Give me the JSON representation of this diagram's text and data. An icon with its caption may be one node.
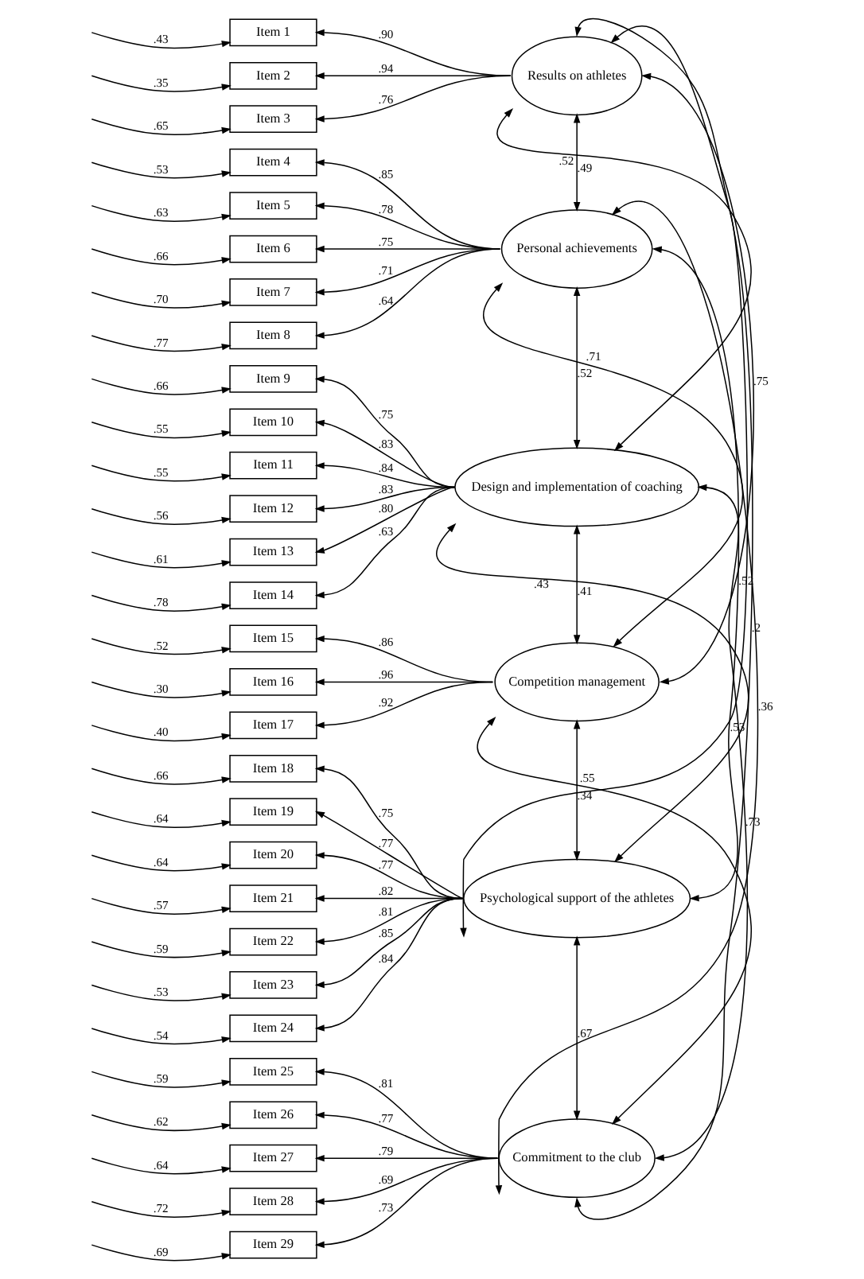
{
  "diagram": {
    "nodes": [
      {
        "text": [
          "Item 1"
        ]
      },
      {
        "text": [
          "Item 2"
        ]
      },
      {
        "text": [
          "Item 3"
        ]
      },
      {
        "text": [
          "Item 4"
        ]
      },
      {
        "text": [
          "Item 5"
        ]
      },
      {
        "text": [
          "Item 6"
        ]
      },
      {
        "text": [
          "Item 7"
        ]
      },
      {
        "text": [
          "Item 8"
        ]
      },
      {
        "text": [
          "Item 9"
        ]
      },
      {
        "text": [
          "Item 10"
        ]
      },
      {
        "text": [
          "Item 11"
        ]
      },
      {
        "text": [
          "Item 12"
        ]
      },
      {
        "text": [
          "Item 13"
        ]
      },
      {
        "text": [
          "Item 14"
        ]
      },
      {
        "text": [
          "Item 15"
        ]
      },
      {
        "text": [
          "Item 16"
        ]
      },
      {
        "text": [
          "Item 17"
        ]
      },
      {
        "text": [
          "Item 18"
        ]
      },
      {
        "text": [
          "Item 19"
        ]
      },
      {
        "text": [
          "Item 20"
        ]
      },
      {
        "text": [
          "Item 21"
        ]
      },
      {
        "text": [
          "Item 22"
        ]
      },
      {
        "text": [
          "Item 23"
        ]
      },
      {
        "text": [
          "Item 24"
        ]
      },
      {
        "text": [
          "Item 25"
        ]
      },
      {
        "text": [
          "Item 26"
        ]
      },
      {
        "text": [
          "Item 27"
        ]
      },
      {
        "text": [
          "Item 28"
        ]
      },
      {
        "text": [
          "Item 29"
        ]
      },
      {
        "text": [
          "Results on athletes"
        ]
      },
      {
        "text": [
          "Personal achievements"
        ]
      },
      {
        "text": [
          "Design and implementation of coaching"
        ]
      },
      {
        "text": [
          "Competition management"
        ]
      },
      {
        "text": [
          "Psychological support of the athletes"
        ]
      },
      {
        "text": [
          "Commitment to the club"
        ]
      }
    ],
    "edges": [
      {
        "from": null,
        "to": 0,
        "arrow": "to",
        "label": ".43"
      },
      {
        "from": null,
        "to": 1,
        "arrow": "to",
        "label": ".35"
      },
      {
        "from": null,
        "to": 2,
        "arrow": "to",
        "label": ".65"
      },
      {
        "from": null,
        "to": 3,
        "arrow": "to",
        "label": ".53"
      },
      {
        "from": null,
        "to": 4,
        "arrow": "to",
        "label": ".63"
      },
      {
        "from": null,
        "to": 5,
        "arrow": "to",
        "label": ".66"
      },
      {
        "from": null,
        "to": 6,
        "arrow": "to",
        "label": ".70"
      },
      {
        "from": null,
        "to": 7,
        "arrow": "to",
        "label": ".77"
      },
      {
        "from": null,
        "to": 8,
        "arrow": "to",
        "label": ".66"
      },
      {
        "from": null,
        "to": 9,
        "arrow": "to",
        "label": ".55"
      },
      {
        "from": null,
        "to": 10,
        "arrow": "to",
        "label": ".55"
      },
      {
        "from": null,
        "to": 11,
        "arrow": "to",
        "label": ".56"
      },
      {
        "from": null,
        "to": 12,
        "arrow": "to",
        "label": ".61"
      },
      {
        "from": null,
        "to": 13,
        "arrow": "to",
        "label": ".78"
      },
      {
        "from": null,
        "to": 14,
        "arrow": "to",
        "label": ".52"
      },
      {
        "from": null,
        "to": 15,
        "arrow": "to",
        "label": ".30"
      },
      {
        "from": null,
        "to": 16,
        "arrow": "to",
        "label": ".40"
      },
      {
        "from": null,
        "to": 17,
        "arrow": "to",
        "label": ".66"
      },
      {
        "from": null,
        "to": 18,
        "arrow": "to",
        "label": ".64"
      },
      {
        "from": null,
        "to": 19,
        "arrow": "to",
        "label": ".64"
      },
      {
        "from": null,
        "to": 20,
        "arrow": "to",
        "label": ".57"
      },
      {
        "from": null,
        "to": 21,
        "arrow": "to",
        "label": ".59"
      },
      {
        "from": null,
        "to": 22,
        "arrow": "to",
        "label": ".53"
      },
      {
        "from": null,
        "to": 23,
        "arrow": "to",
        "label": ".54"
      },
      {
        "from": null,
        "to": 24,
        "arrow": "to",
        "label": ".59"
      },
      {
        "from": null,
        "to": 25,
        "arrow": "to",
        "label": ".62"
      },
      {
        "from": null,
        "to": 26,
        "arrow": "to",
        "label": ".64"
      },
      {
        "from": null,
        "to": 27,
        "arrow": "to",
        "label": ".72"
      },
      {
        "from": null,
        "to": 28,
        "arrow": "to",
        "label": ".69"
      },
      {
        "from": 29,
        "to": 0,
        "arrow": "to",
        "label": ".90"
      },
      {
        "from": 29,
        "to": 1,
        "arrow": "to",
        "label": ".94"
      },
      {
        "from": 29,
        "to": 2,
        "arrow": "to",
        "label": ".76"
      },
      {
        "from": 30,
        "to": 3,
        "arrow": "to",
        "label": ".85"
      },
      {
        "from": 30,
        "to": 4,
        "arrow": "to",
        "label": ".78"
      },
      {
        "from": 30,
        "to": 5,
        "arrow": "to",
        "label": ".75"
      },
      {
        "from": 30,
        "to": 6,
        "arrow": "to",
        "label": ".71"
      },
      {
        "from": 30,
        "to": 7,
        "arrow": "to",
        "label": ".64"
      },
      {
        "from": 31,
        "to": 8,
        "arrow": "to",
        "label": ".75"
      },
      {
        "from": 31,
        "to": 9,
        "arrow": "to",
        "label": ".83"
      },
      {
        "from": 31,
        "to": 10,
        "arrow": "to",
        "label": ".84"
      },
      {
        "from": 31,
        "to": 11,
        "arrow": "to",
        "label": ".83"
      },
      {
        "from": 31,
        "to": 12,
        "arrow": "to",
        "label": ".80"
      },
      {
        "from": 31,
        "to": 13,
        "arrow": "to",
        "label": ".63"
      },
      {
        "from": 32,
        "to": 14,
        "arrow": "to",
        "label": ".86"
      },
      {
        "from": 32,
        "to": 15,
        "arrow": "to",
        "label": ".96"
      },
      {
        "from": 32,
        "to": 16,
        "arrow": "to",
        "label": ".92"
      },
      {
        "from": 33,
        "to": 17,
        "arrow": "to",
        "label": ".75"
      },
      {
        "from": 33,
        "to": 18,
        "arrow": "to",
        "label": ".77"
      },
      {
        "from": 33,
        "to": 19,
        "arrow": "to",
        "label": ".77"
      },
      {
        "from": 33,
        "to": 20,
        "arrow": "to",
        "label": ".82"
      },
      {
        "from": 33,
        "to": 21,
        "arrow": "to",
        "label": ".81"
      },
      {
        "from": 33,
        "to": 22,
        "arrow": "to",
        "label": ".85"
      },
      {
        "from": 33,
        "to": 23,
        "arrow": "to",
        "label": ".84"
      },
      {
        "from": 34,
        "to": 24,
        "arrow": "to",
        "label": ".81"
      },
      {
        "from": 34,
        "to": 25,
        "arrow": "to",
        "label": ".77"
      },
      {
        "from": 34,
        "to": 26,
        "arrow": "to",
        "label": ".79"
      },
      {
        "from": 34,
        "to": 27,
        "arrow": "to",
        "label": ".69"
      },
      {
        "from": 34,
        "to": 28,
        "arrow": "to",
        "label": ".73"
      },
      {
        "from": 29,
        "to": 30,
        "arrow": "both",
        "label": ".49"
      },
      {
        "from": 29,
        "to": 31,
        "arrow": "both",
        "label": ".52"
      },
      {
        "from": 29,
        "to": 32,
        "arrow": "both",
        "label": ".75"
      },
      {
        "from": 29,
        "to": 33,
        "arrow": "both",
        "label": ".53"
      },
      {
        "from": 29,
        "to": 34,
        "arrow": "both",
        "label": ".2"
      },
      {
        "from": 30,
        "to": 31,
        "arrow": "both",
        "label": ".52"
      },
      {
        "from": 30,
        "to": 32,
        "arrow": "both",
        "label": ".71"
      },
      {
        "from": 30,
        "to": 33,
        "arrow": "both",
        "label": ".52"
      },
      {
        "from": 30,
        "to": 34,
        "arrow": "both",
        "label": ".36"
      },
      {
        "from": 31,
        "to": 32,
        "arrow": "both",
        "label": ".41"
      },
      {
        "from": 31,
        "to": 33,
        "arrow": "both",
        "label": ".43"
      },
      {
        "from": 31,
        "to": 34,
        "arrow": "both",
        "label": ".73"
      },
      {
        "from": 32,
        "to": 33,
        "arrow": "both",
        "label": ".34"
      },
      {
        "from": 32,
        "to": 34,
        "arrow": "both",
        "label": ".55"
      },
      {
        "from": 33,
        "to": 34,
        "arrow": "both",
        "label": ".67"
      }
    ]
  }
}
